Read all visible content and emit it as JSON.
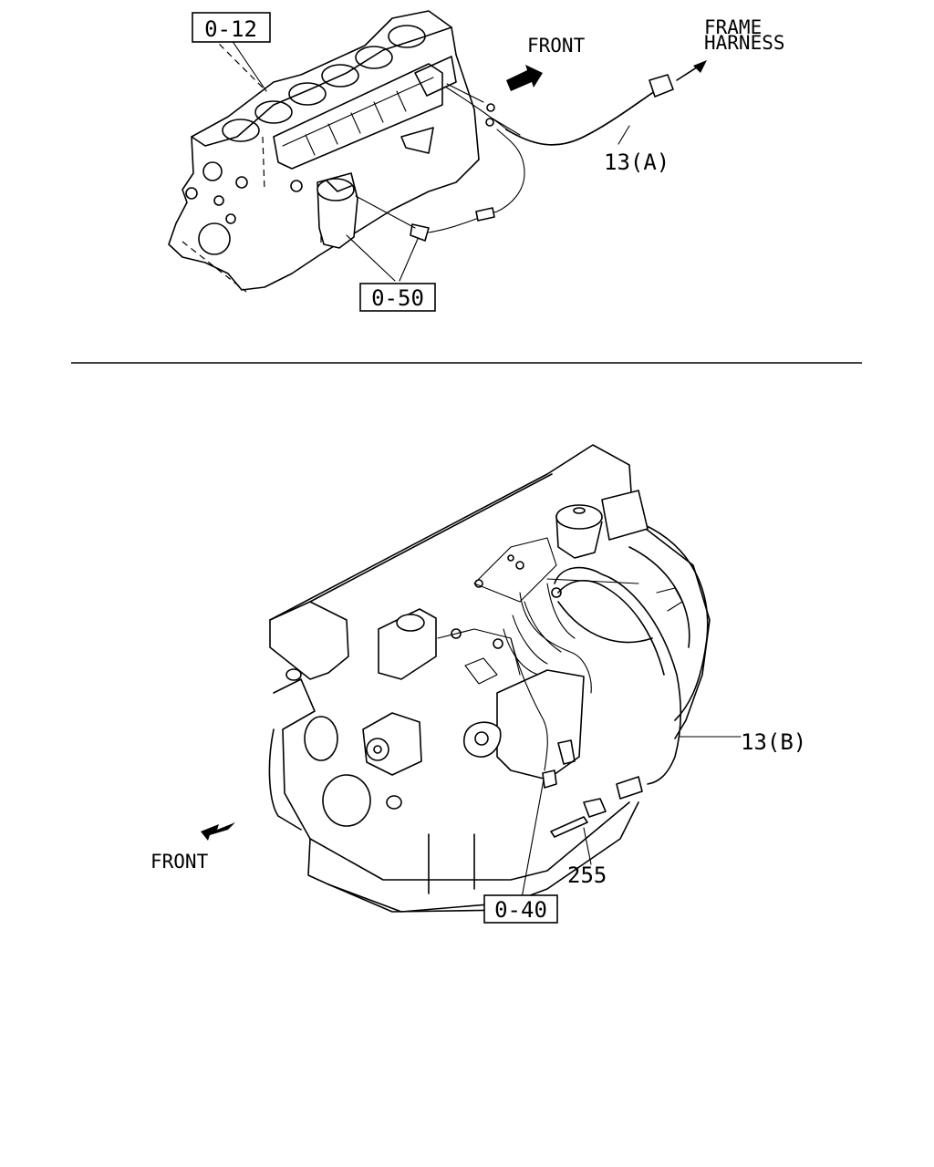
{
  "upper_view": {
    "ref_block": "0-12",
    "ref_sensor": "0-50",
    "front_label": "FRONT",
    "frame_harness_label": [
      "FRAME",
      "HARNESS"
    ],
    "part_harness_a": "13(A)"
  },
  "lower_view": {
    "front_label": "FRONT",
    "part_harness_b": "13(B)",
    "part_tie": "255",
    "ref_pump": "0-40"
  }
}
